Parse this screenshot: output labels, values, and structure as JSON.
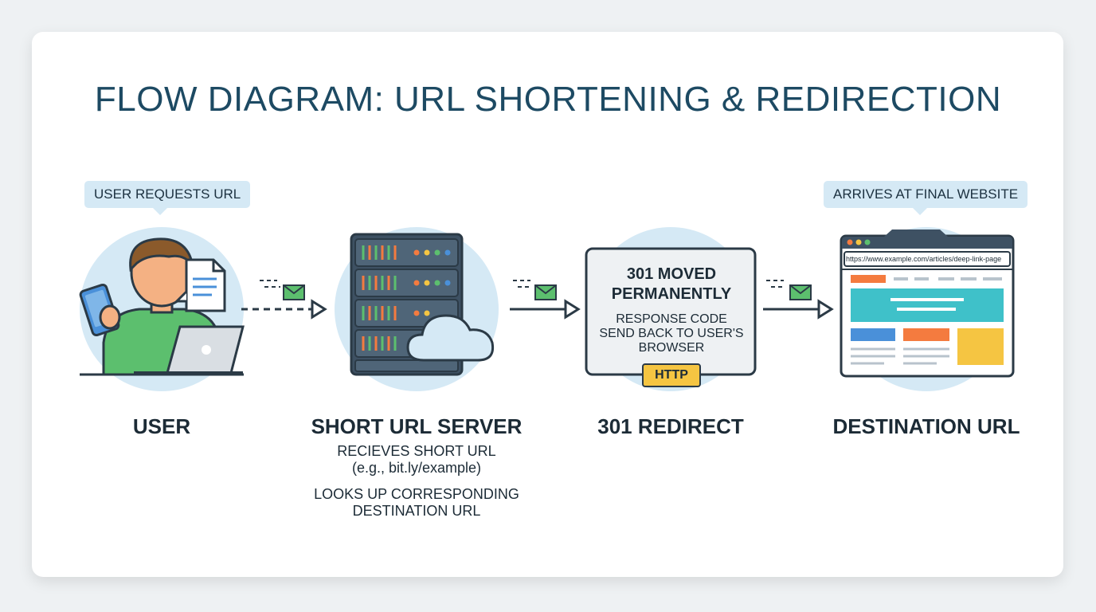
{
  "title": "FLOW DIAGRAM: URL SHORTENING & REDIRECTION",
  "bubbles": {
    "user_requests": "USER REQUESTS URL",
    "arrives": "ARRIVES AT FINAL WEBSITE"
  },
  "steps": {
    "user": {
      "label": "USER"
    },
    "server": {
      "label": "SHORT URL SERVER",
      "desc1_line1": "RECIEVES SHORT URL",
      "desc1_line2": "(e.g., bit.ly/example)",
      "desc2_line1": "LOOKS UP CORRESPONDING",
      "desc2_line2": "DESTINATION URL"
    },
    "redirect": {
      "label": "301 REDIRECT",
      "box_title_line1": "301 MOVED",
      "box_title_line2": "PERMANENTLY",
      "box_sub_line1": "RESPONSE CODE",
      "box_sub_line2": "SEND BACK TO USER'S",
      "box_sub_line3": "BROWSER",
      "badge": "HTTP"
    },
    "destination": {
      "label": "DESTINATION URL",
      "url": "https://www.example.com/articles/deep-link-page"
    }
  },
  "colors": {
    "title": "#1d4a63",
    "circle": "#d5e9f5",
    "outline": "#2b3a46",
    "green": "#5cbf6e",
    "orange": "#f47b3f",
    "teal": "#3fc1c9",
    "blue": "#4a90d9",
    "yellow": "#f5c542"
  },
  "icons": [
    "user-icon",
    "phone-icon",
    "laptop-icon",
    "document-icon",
    "server-icon",
    "cloud-icon",
    "browser-icon",
    "arrow-icon",
    "envelope-icon"
  ]
}
